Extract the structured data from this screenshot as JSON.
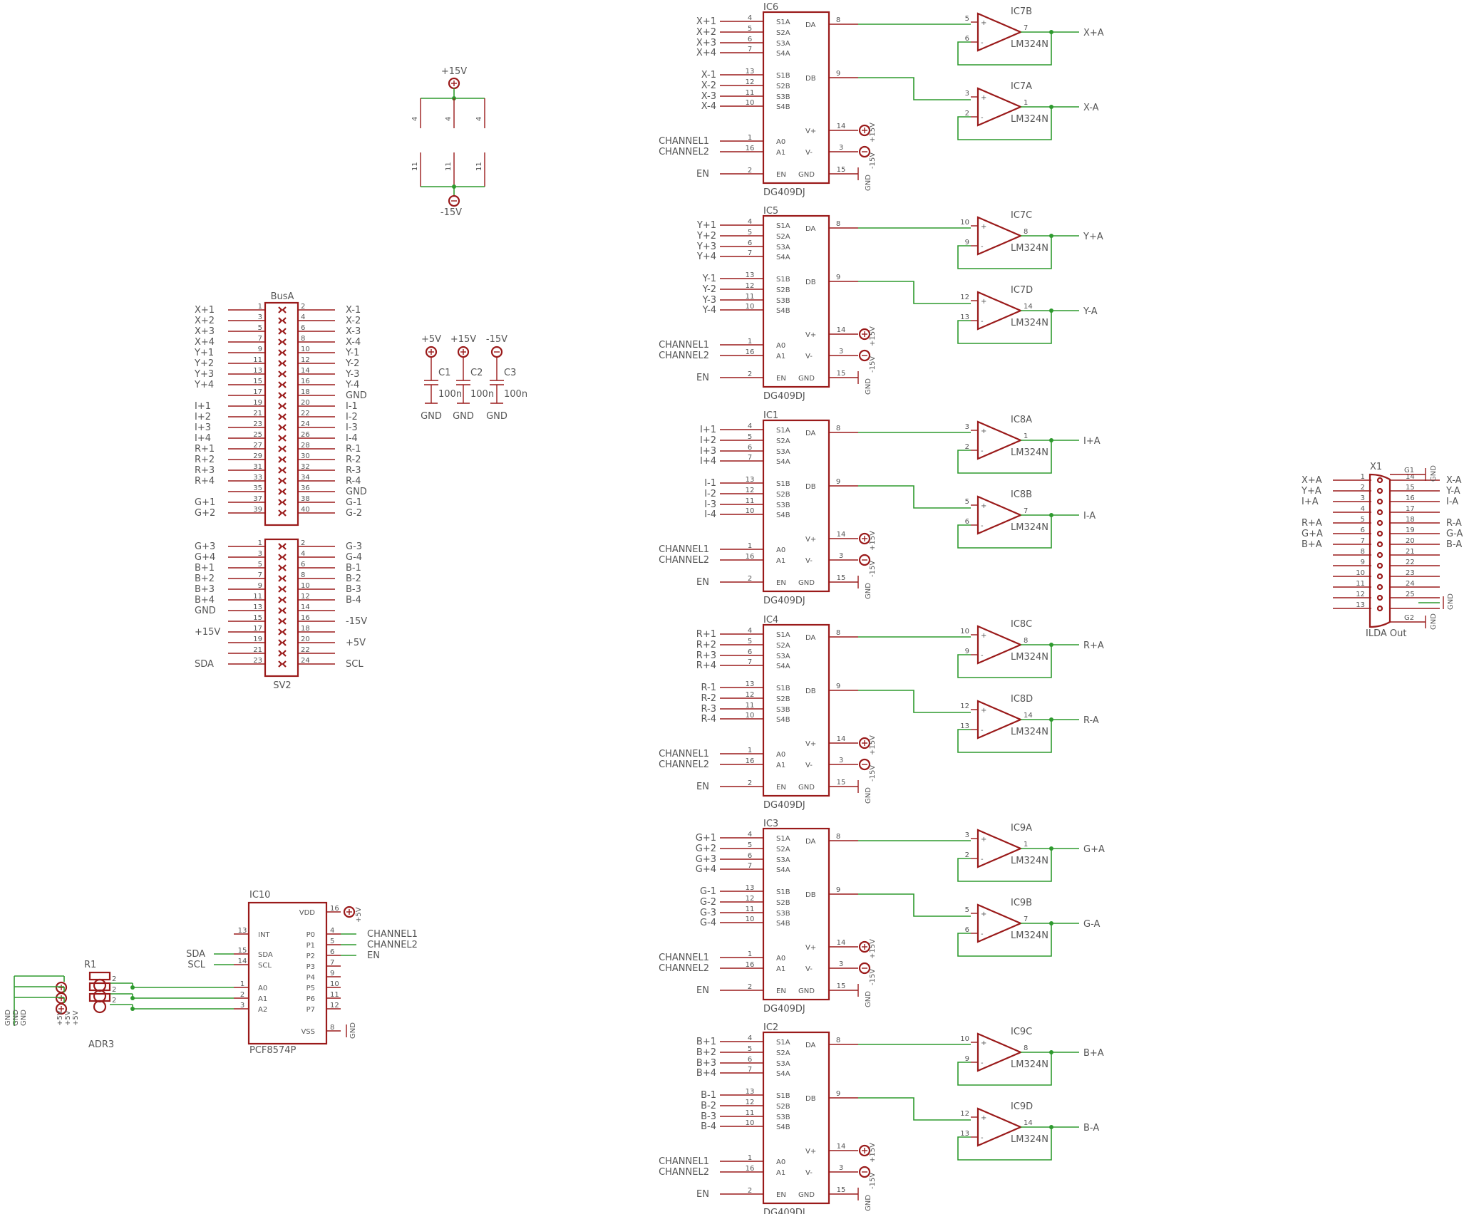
{
  "mux_blocks": [
    {
      "ref": "IC6",
      "x_in": [
        "X+1",
        "X+2",
        "X+3",
        "X+4"
      ],
      "x_in2": [
        "X-1",
        "X-2",
        "X-3",
        "X-4"
      ],
      "opA": "IC7B",
      "opA_in": [
        "5",
        "6"
      ],
      "opA_out": "7",
      "netA": "X+A",
      "opB": "IC7A",
      "opB_in": [
        "3",
        "2"
      ],
      "opB_out": "1",
      "netB": "X-A"
    },
    {
      "ref": "IC5",
      "x_in": [
        "Y+1",
        "Y+2",
        "Y+3",
        "Y+4"
      ],
      "x_in2": [
        "Y-1",
        "Y-2",
        "Y-3",
        "Y-4"
      ],
      "opA": "IC7C",
      "opA_in": [
        "10",
        "9"
      ],
      "opA_out": "8",
      "netA": "Y+A",
      "opB": "IC7D",
      "opB_in": [
        "12",
        "13"
      ],
      "opB_out": "14",
      "netB": "Y-A"
    },
    {
      "ref": "IC1",
      "x_in": [
        "I+1",
        "I+2",
        "I+3",
        "I+4"
      ],
      "x_in2": [
        "I-1",
        "I-2",
        "I-3",
        "I-4"
      ],
      "opA": "IC8A",
      "opA_in": [
        "3",
        "2"
      ],
      "opA_out": "1",
      "netA": "I+A",
      "opB": "IC8B",
      "opB_in": [
        "5",
        "6"
      ],
      "opB_out": "7",
      "netB": "I-A"
    },
    {
      "ref": "IC4",
      "x_in": [
        "R+1",
        "R+2",
        "R+3",
        "R+4"
      ],
      "x_in2": [
        "R-1",
        "R-2",
        "R-3",
        "R-4"
      ],
      "opA": "IC8C",
      "opA_in": [
        "10",
        "9"
      ],
      "opA_out": "8",
      "netA": "R+A",
      "opB": "IC8D",
      "opB_in": [
        "12",
        "13"
      ],
      "opB_out": "14",
      "netB": "R-A"
    },
    {
      "ref": "IC3",
      "x_in": [
        "G+1",
        "G+2",
        "G+3",
        "G+4"
      ],
      "x_in2": [
        "G-1",
        "G-2",
        "G-3",
        "G-4"
      ],
      "opA": "IC9A",
      "opA_in": [
        "3",
        "2"
      ],
      "opA_out": "1",
      "netA": "G+A",
      "opB": "IC9B",
      "opB_in": [
        "5",
        "6"
      ],
      "opB_out": "7",
      "netB": "G-A"
    },
    {
      "ref": "IC2",
      "x_in": [
        "B+1",
        "B+2",
        "B+3",
        "B+4"
      ],
      "x_in2": [
        "B-1",
        "B-2",
        "B-3",
        "B-4"
      ],
      "opA": "IC9C",
      "opA_in": [
        "10",
        "9"
      ],
      "opA_out": "8",
      "netA": "B+A",
      "opB": "IC9D",
      "opB_in": [
        "12",
        "13"
      ],
      "opB_out": "14",
      "netB": "B-A"
    }
  ],
  "mux_common": {
    "part": "DG409DJ",
    "opamp_part": "LM324N",
    "pinsA": [
      "S1A",
      "S2A",
      "S3A",
      "S4A"
    ],
    "pinsB": [
      "S1B",
      "S2B",
      "S3B",
      "S4B"
    ],
    "pinnumA": [
      "4",
      "5",
      "6",
      "7"
    ],
    "pinnumB": [
      "13",
      "12",
      "11",
      "10"
    ],
    "ctrl": [
      "CHANNEL1",
      "CHANNEL2"
    ],
    "ctrl_pins": [
      "A0",
      "A1"
    ],
    "ctrl_nums": [
      "1",
      "16"
    ],
    "en": "EN",
    "en_pin": "EN",
    "en_num": "2",
    "gnd_pin": "GND",
    "gnd_num": "15",
    "da": "DA",
    "db": "DB",
    "da_num": "8",
    "db_num": "9",
    "vp": "V+",
    "vm": "V-",
    "vp_num": "14",
    "vm_num": "3",
    "gnd": "GND",
    "plus": "+15V",
    "minus": "-15V"
  },
  "power_sym": {
    "top": "+15V",
    "bottom": "-15V",
    "top_pin": "4",
    "bottom_pin": "11"
  },
  "caps": [
    {
      "ref": "C1",
      "rail": "+5V",
      "val": "100n",
      "gnd": "GND"
    },
    {
      "ref": "C2",
      "rail": "+15V",
      "val": "100n",
      "gnd": "GND"
    },
    {
      "ref": "C3",
      "rail": "-15V",
      "val": "100n",
      "gnd": "GND"
    }
  ],
  "busA": {
    "name": "BusA",
    "left": [
      "X+1",
      "X+2",
      "X+3",
      "X+4",
      "Y+1",
      "Y+2",
      "Y+3",
      "Y+4",
      "",
      "I+1",
      "I+2",
      "I+3",
      "I+4",
      "R+1",
      "R+2",
      "R+3",
      "R+4",
      "",
      "G+1",
      "G+2"
    ],
    "right": [
      "X-1",
      "X-2",
      "X-3",
      "X-4",
      "Y-1",
      "Y-2",
      "Y-3",
      "Y-4",
      "GND",
      "I-1",
      "I-2",
      "I-3",
      "I-4",
      "R-1",
      "R-2",
      "R-3",
      "R-4",
      "GND",
      "G-1",
      "G-2"
    ]
  },
  "sv2": {
    "name": "SV2",
    "left": [
      "G+3",
      "G+4",
      "B+1",
      "B+2",
      "B+3",
      "B+4",
      "GND",
      "",
      "+15V",
      "",
      "",
      "SDA"
    ],
    "right": [
      "G-3",
      "G-4",
      "B-1",
      "B-2",
      "B-3",
      "B-4",
      "",
      "-15V",
      "",
      "+5V",
      "",
      "SCL"
    ]
  },
  "ic10": {
    "ref": "IC10",
    "part": "PCF8574P",
    "left_pins": [
      {
        "name": "INT",
        "num": "13"
      },
      {
        "name": "SDA",
        "num": "15",
        "net": "SDA"
      },
      {
        "name": "SCL",
        "num": "14",
        "net": "SCL"
      },
      {
        "name": "A0",
        "num": "1"
      },
      {
        "name": "A1",
        "num": "2"
      },
      {
        "name": "A2",
        "num": "3"
      }
    ],
    "right_pins": [
      {
        "name": "VDD",
        "num": "16",
        "net": "+5V"
      },
      {
        "name": "P0",
        "num": "4",
        "net": "CHANNEL1"
      },
      {
        "name": "P1",
        "num": "5",
        "net": "CHANNEL2"
      },
      {
        "name": "P2",
        "num": "6",
        "net": "EN"
      },
      {
        "name": "P3",
        "num": "7"
      },
      {
        "name": "P4",
        "num": "9"
      },
      {
        "name": "P5",
        "num": "10"
      },
      {
        "name": "P6",
        "num": "11"
      },
      {
        "name": "P7",
        "num": "12"
      },
      {
        "name": "VSS",
        "num": "8",
        "net": "GND"
      }
    ]
  },
  "adr": {
    "r1": "R1",
    "label": "ADR3",
    "nets": [
      "GND",
      "GND",
      "GND",
      "+5V",
      "+5V",
      "+5V"
    ],
    "pins": [
      "1",
      "2",
      "3"
    ]
  },
  "ilda": {
    "ref": "X1",
    "name": "ILDA Out",
    "g1": "G1",
    "g2": "G2",
    "gnd": "GND",
    "left": [
      "X+A",
      "Y+A",
      "I+A",
      "",
      "R+A",
      "G+A",
      "B+A",
      "",
      "",
      "",
      "",
      "",
      ""
    ],
    "right": [
      "X-A",
      "Y-A",
      "I-A",
      "",
      "R-A",
      "G-A",
      "B-A",
      "",
      "",
      "",
      "",
      "",
      ""
    ]
  }
}
